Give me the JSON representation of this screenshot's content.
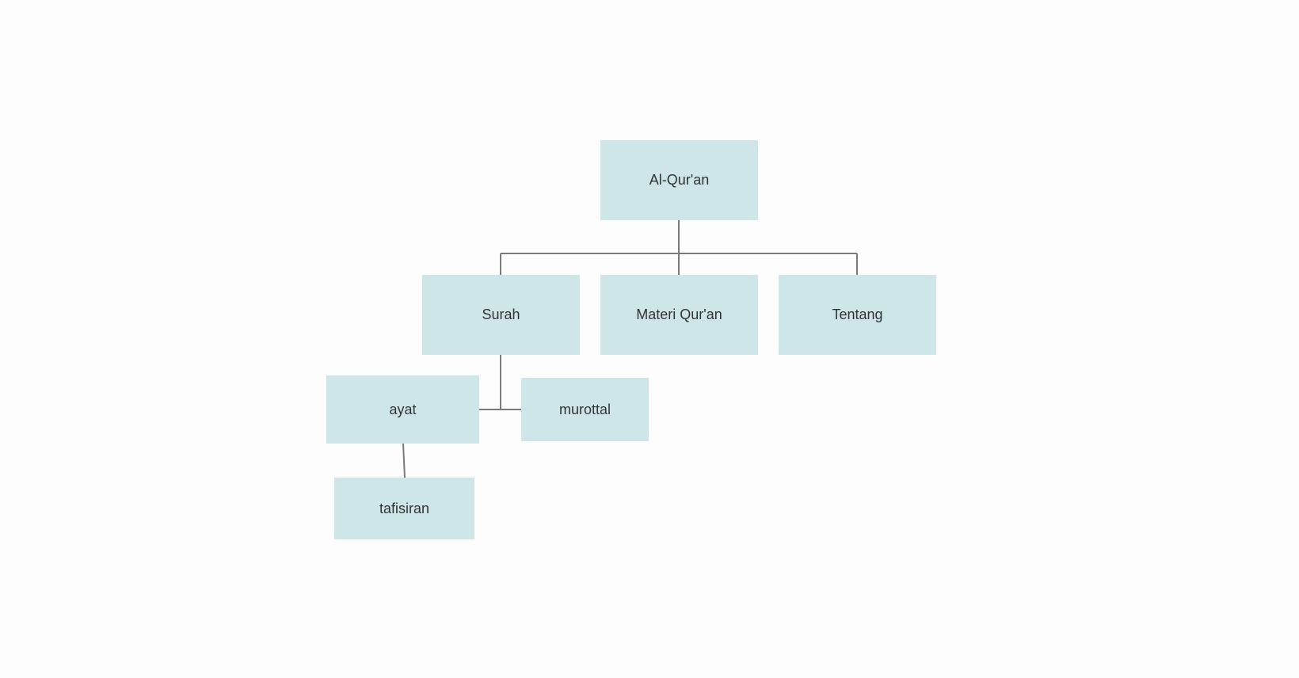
{
  "diagram": {
    "nodes": {
      "root": "Al-Qur'an",
      "surah": "Surah",
      "materi": "Materi Qur'an",
      "tentang": "Tentang",
      "ayat": "ayat",
      "murottal": "murottal",
      "tafsir": "tafisiran"
    },
    "edges": [
      [
        "root",
        "surah"
      ],
      [
        "root",
        "materi"
      ],
      [
        "root",
        "tentang"
      ],
      [
        "surah",
        "ayat"
      ],
      [
        "surah",
        "murottal"
      ],
      [
        "ayat",
        "tafsir"
      ]
    ],
    "colors": {
      "node_fill": "#cfe6e9",
      "connector": "#7a7a7a",
      "text": "#333333",
      "background": "#fdfdfd"
    }
  }
}
